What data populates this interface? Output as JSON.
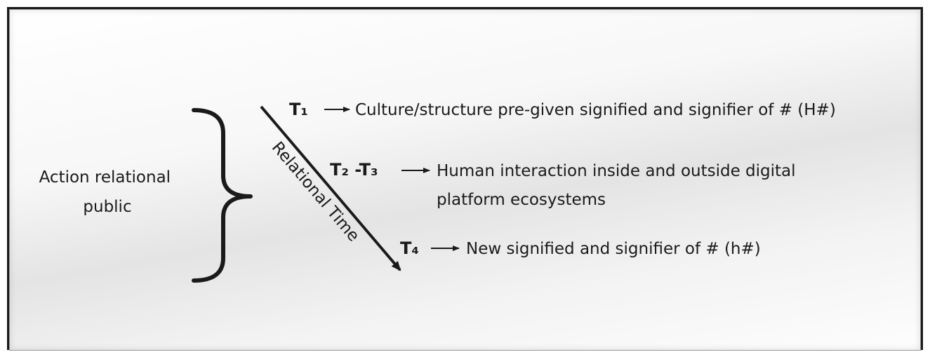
{
  "left_label": {
    "line1": "Action relational",
    "line2": "public"
  },
  "time_axis": {
    "label": "Relational Time"
  },
  "stages": [
    {
      "id": "T1",
      "label": "T₁",
      "description_lines": [
        "Culture/structure pre-given signified and signifier of # (H#)"
      ]
    },
    {
      "id": "T2-T3",
      "label": "T₂ -T₃",
      "description_lines": [
        "Human interaction inside and outside digital",
        "platform ecosystems"
      ]
    },
    {
      "id": "T4",
      "label": "T₄",
      "description_lines": [
        "New signified and signifier of # (h#)"
      ]
    }
  ]
}
